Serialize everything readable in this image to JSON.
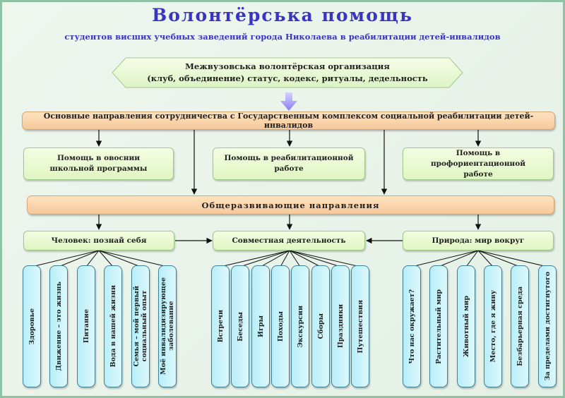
{
  "title": "Волонтёрська помощь",
  "subtitle": "студентов висших учебных заведений города Николаева в реабилитации детей-инвалидов",
  "organization": {
    "line1": "Межвузовська волонтёрская организация",
    "line2": "(клуб, объединение) статус, кодекс, ритуалы, дедельность"
  },
  "main_directions": "Основные направления сотрудничества с Государственным комплексом социальной реабилитации детей-инвалидов",
  "help_boxes": [
    {
      "line1": "Помощь в овоснии",
      "line2": "школьной программы"
    },
    {
      "line1": "Помощь в реабилитационной",
      "line2": "работе"
    },
    {
      "line1": "Помощь в профориентационной",
      "line2": "работе"
    }
  ],
  "general_directions": "Общеразвивающие направления",
  "categories": [
    {
      "label": "Человек: познай себя",
      "items": [
        [
          "Здоровье"
        ],
        [
          "Движение – это жизнь"
        ],
        [
          "Питание"
        ],
        [
          "Вода в нашей жизни"
        ],
        [
          "Семья – мой первый",
          "социальный опыт"
        ],
        [
          "Моё инвалидизирующее",
          "заболевание"
        ]
      ]
    },
    {
      "label": "Совместная деятельность",
      "items": [
        [
          "Встречи"
        ],
        [
          "Беседы"
        ],
        [
          "Игры"
        ],
        [
          "Походы"
        ],
        [
          "Экскурсии"
        ],
        [
          "Сборы"
        ],
        [
          "Праздники"
        ],
        [
          "Путешествия"
        ]
      ]
    },
    {
      "label": "Природа: мир вокруг",
      "items": [
        [
          "Что нас окружает?"
        ],
        [
          "Растительный мир"
        ],
        [
          "Животный мир"
        ],
        [
          "Место, где я живу"
        ],
        [
          "Безбарьерная среда"
        ],
        [
          "За пределами достигнутого"
        ]
      ]
    }
  ],
  "colors": {
    "title": "#3a34c4",
    "orange_bar": "#f7c89a",
    "green_box": "#dff5c2",
    "cyan_pill": "#b8eef8",
    "arrow": "#9a8ef0"
  }
}
